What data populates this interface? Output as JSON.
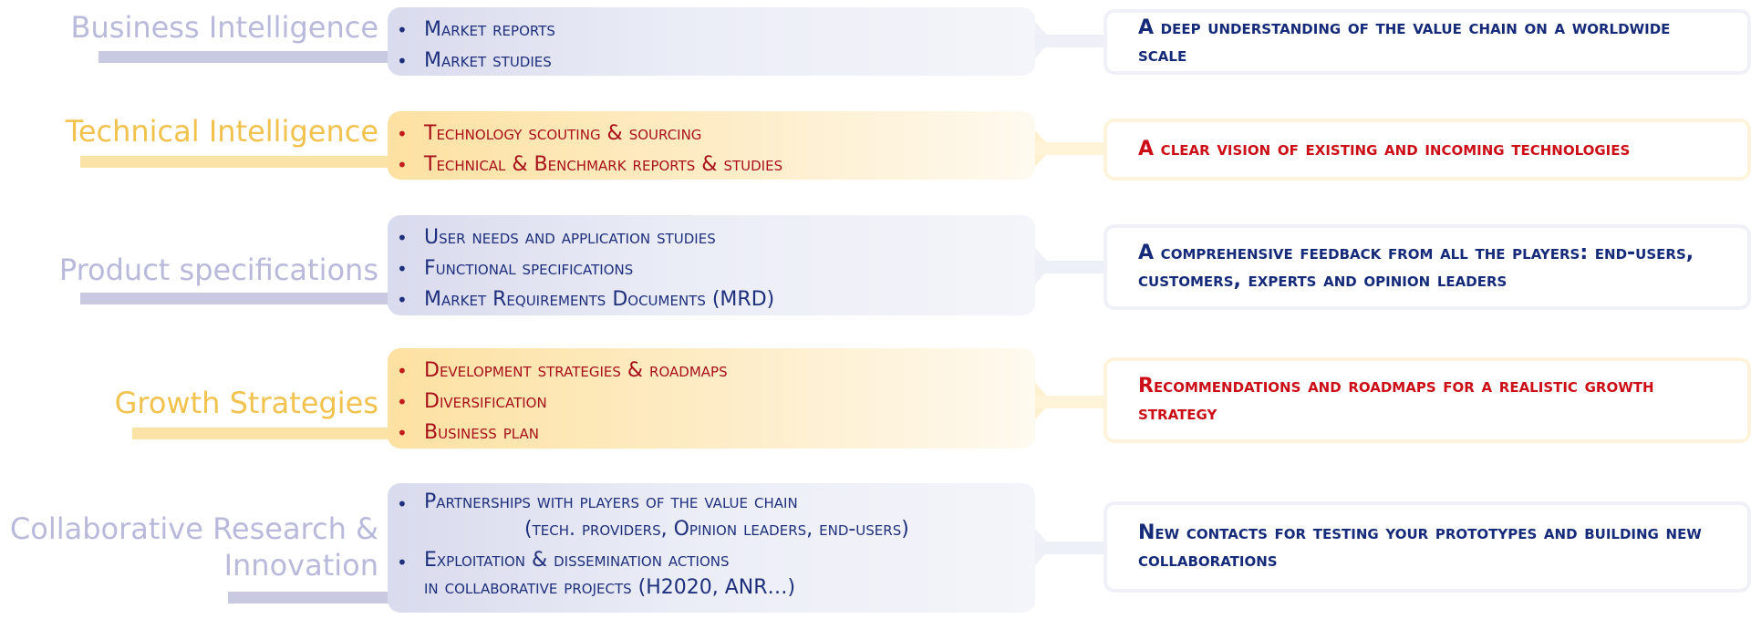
{
  "rows": [
    {
      "label": "Business Intelligence",
      "items": [
        "Market reports",
        "Market studies"
      ],
      "outcome": "A deep understanding of the value chain on a worldwide scale"
    },
    {
      "label": "Technical Intelligence",
      "items": [
        "Technology scouting & sourcing",
        "Technical & Benchmark reports & studies"
      ],
      "outcome": "A clear vision of existing and incoming technologies"
    },
    {
      "label": "Product specifications",
      "items": [
        "User needs and application studies",
        "Functional specifications",
        "Market Requirements Documents (MRD)"
      ],
      "outcome": "A comprehensive feedback from all the players: end-users, customers, experts and opinion leaders"
    },
    {
      "label": "Growth Strategies",
      "items": [
        "Development strategies & roadmaps",
        "Diversification",
        "Business plan"
      ],
      "outcome": "Recommendations and roadmaps for a realistic growth strategy"
    },
    {
      "label_line1": "Collaborative Research &",
      "label_line2": "Innovation",
      "items": [
        {
          "line1": "Partnerships with players of the value chain",
          "line2": "(tech. providers, Opinion leaders, end-users)"
        },
        {
          "line1": "Exploitation & dissemination actions",
          "line2": "in collaborative projects (H2020, ANR…)"
        }
      ],
      "outcome": "New contacts for testing your prototypes and building new collaborations"
    }
  ],
  "colors": {
    "blue_text": "#1e2f7c",
    "blue_label": "#b9b9db",
    "yellow_label": "#f2c24e",
    "red_text": "#cc0f17"
  },
  "bullet_icon": "bullet-dot"
}
